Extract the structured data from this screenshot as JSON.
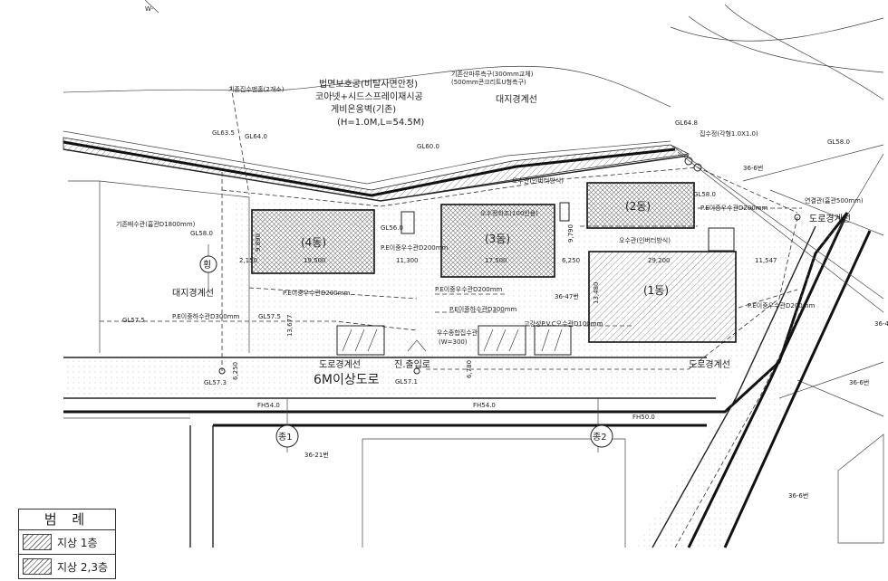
{
  "labels": {
    "top_edge": "W-",
    "slope_protection_1": "법면보호공(비탈사면안정)",
    "slope_protection_2": "코아넷+시드스프레이재시공",
    "slope_protection_3": "게비온옹벽(기존)",
    "slope_protection_4": "(H=1.0M,L=54.5M)",
    "ditch_1": "기존산마루측구(300mm교체)",
    "ditch_2": "(500mm콘크리트U형측구)",
    "ditch_existing": "기존집수맨홀(2개소)",
    "site_boundary_top": "대지경계선",
    "site_boundary_left": "대지경계선",
    "road_boundary_right": "도로경계선",
    "road_boundary_bottom": "도로경계선",
    "road_boundary_bottom_right": "도로경계선",
    "entrance": "진.출입로",
    "road_6m": "6M이상도로",
    "existing_drain_pipe": "기존배수관(흄관D1800mm)",
    "pipe_left_main": "P.E이중하수관D300mm",
    "pipe_left_mid": "P.E이중우수관D200mm",
    "pipe_4_label": "P.E이중우수관D200mm",
    "pipe_center": "P.E이중우수관D200mm",
    "pipe_sewer_center": "P.E이중하수관D300mm",
    "pipe_right_top": "P.E이중우수관D200mm",
    "pipe_right_mid": "P.E이중우수관D200mm",
    "pipe_pvc": "고강성P.V.C오수관D100mm",
    "septic_tank": "오수정화조(100인용)",
    "sewage_pipe_top": "오수관(인버터방식)",
    "sewage_pipe_mid": "오수관(인버터방식)",
    "wide_ditch": "우수종합집수관",
    "wide_ditch_w": "(W=300)",
    "catch_basin": "집수정(각형1.0X1.0)",
    "connection_pipe": "연결관(흄관500mm)",
    "gl_1": "GL63.5",
    "gl_2": "GL64.0",
    "gl_3": "GL60.0",
    "gl_4": "GL64.8",
    "gl_5": "GL58.0",
    "gl_6": "GL58.0",
    "gl_7": "GL56.0",
    "gl_8": "GL58.0",
    "gl_9": "GL57.5",
    "gl_10": "GL57.5",
    "gl_11": "GL57.3",
    "gl_12": "GL57.1",
    "fh_1": "FH54.0",
    "fh_2": "FH54.0",
    "fh_3": "FH50.0",
    "lot_1": "36-6번",
    "lot_2": "36-47번",
    "lot_3": "36-21번",
    "lot_4": "36-6번",
    "lot_5": "36-4",
    "lot_6": "36-6번"
  },
  "buildings": [
    {
      "label": "(4동)",
      "width_dim": "19,500",
      "depth_dim": "9,890"
    },
    {
      "label": "(3동)",
      "width_dim": "17,500",
      "depth_dim": "9,790"
    },
    {
      "label": "(2동)",
      "width_dim": "",
      "depth_dim": ""
    },
    {
      "label": "(1동)",
      "width_dim": "29,200",
      "depth_dim": "13,480"
    }
  ],
  "dimensions": {
    "d1": "2,150",
    "d2": "11,300",
    "d3": "6,250",
    "d4": "11,547",
    "d5": "13,677",
    "d6": "6,250",
    "d7": "6,780"
  },
  "sections": {
    "s1": "횡",
    "s2": "종1",
    "s3": "종2"
  },
  "legend": {
    "title": "범 례",
    "item1": "지상 1층",
    "item2": "지상 2,3층"
  }
}
